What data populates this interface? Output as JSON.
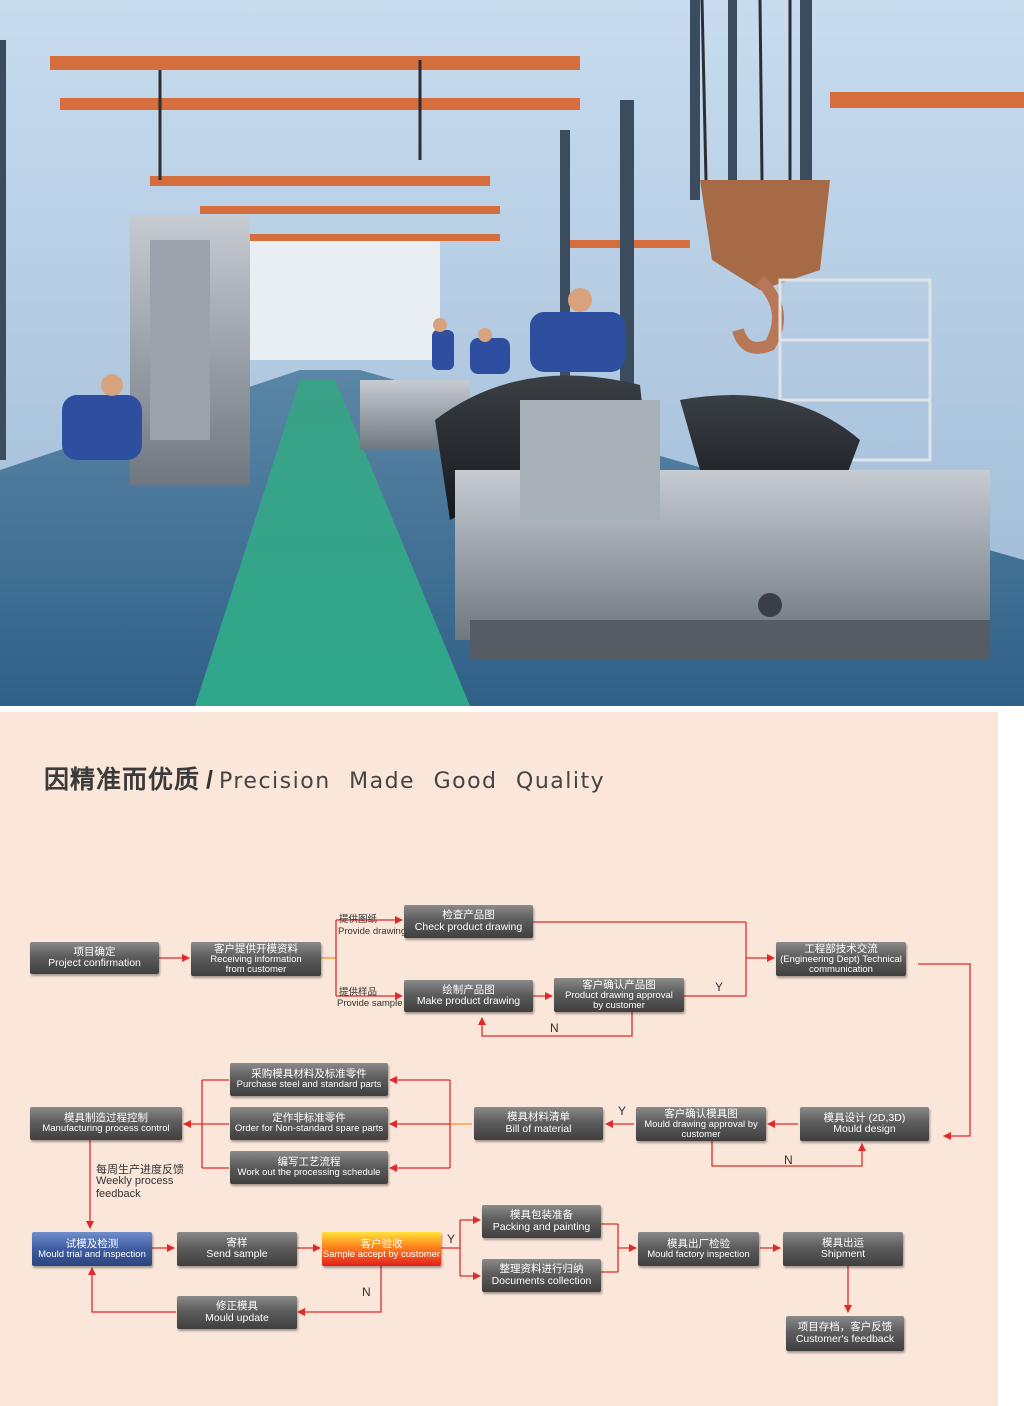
{
  "title": {
    "cn": "因精准而优质",
    "separator": "/",
    "en": "Precision Made Good Quality"
  },
  "boxes": {
    "project_confirmation": {
      "cn": "项目确定",
      "en": "Project confirmation"
    },
    "receiving_info": {
      "cn": "客户提供开模资料",
      "en1": "Receiving information",
      "en2": "from customer"
    },
    "check_drawing": {
      "cn": "检查产品图",
      "en": "Check product drawing"
    },
    "make_drawing": {
      "cn": "绘制产品图",
      "en": "Make product drawing"
    },
    "drawing_approval": {
      "cn": "客户确认产品图",
      "en1": "Product drawing approval",
      "en2": "by customer"
    },
    "engineering_comm": {
      "cn": "工程部技术交流",
      "en1": "(Engineering Dept) Technical",
      "en2": "communication"
    },
    "mould_design": {
      "cn": "模具设计 (2D,3D)",
      "en": "Mould design"
    },
    "mould_drawing_approval": {
      "cn": "客户确认模具图",
      "en1": "Mould drawing approval by",
      "en2": "customer"
    },
    "bill_of_material": {
      "cn": "模具材料清单",
      "en": "Bill of material"
    },
    "purchase_steel": {
      "cn": "采购模具材料及标准零件",
      "en": "Purchase steel and standard parts"
    },
    "order_nonstandard": {
      "cn": "定作非标准零件",
      "en": "Order for Non-standard spare parts"
    },
    "processing_schedule": {
      "cn": "编写工艺流程",
      "en": "Work out the processing schedule"
    },
    "manufacturing_control": {
      "cn": "模具制造过程控制",
      "en": "Manufacturing process control"
    },
    "mould_trial": {
      "cn": "试模及检测",
      "en": "Mould trial and inspection"
    },
    "send_sample": {
      "cn": "寄样",
      "en": "Send sample"
    },
    "sample_accept": {
      "cn": "客户验收",
      "en": "Sample accept by customer"
    },
    "packing": {
      "cn": "模具包装准备",
      "en": "Packing and painting"
    },
    "documents": {
      "cn": "整理资料进行归纳",
      "en": "Documents collection"
    },
    "factory_inspection": {
      "cn": "模具出厂检验",
      "en": "Mould factory inspection"
    },
    "shipment": {
      "cn": "模具出运",
      "en": "Shipment"
    },
    "mould_update": {
      "cn": "修正模具",
      "en": "Mould update"
    },
    "customer_feedback": {
      "cn": "项目存档，客户反馈",
      "en": "Customer's feedback"
    }
  },
  "labels": {
    "provide_drawing_cn": "提供图纸",
    "provide_drawing_en": "Provide drawing",
    "provide_sample_cn": "提供样品",
    "provide_sample_en": "Provide sample",
    "weekly_cn": "每周生产进度反馈",
    "weekly_en1": "Weekly process",
    "weekly_en2": "feedback",
    "yes": "Y",
    "no": "N"
  },
  "colors": {
    "arrow_red": "#e02a2a",
    "arrow_orange": "#f0962e",
    "background": "#fbe6da",
    "box_gray": "#555555",
    "box_blue": "#3e5c9f"
  }
}
